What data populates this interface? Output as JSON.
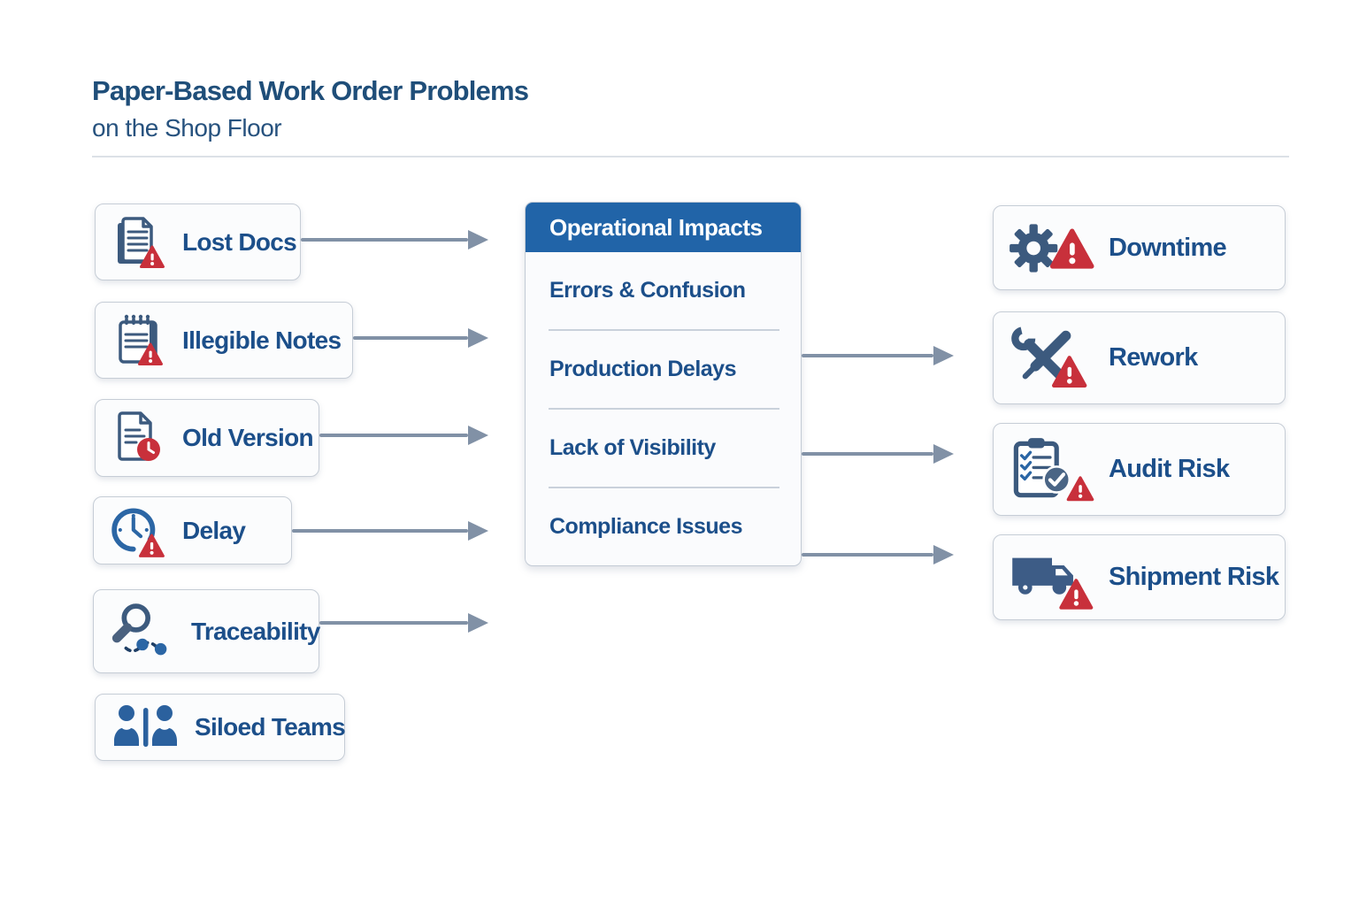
{
  "title": {
    "line1": "Paper-Based Work Order Problems",
    "line2": "on the Shop Floor"
  },
  "problems": [
    {
      "label": "Lost Docs",
      "icon": "lost-docs-icon",
      "arrow_to_impacts": true
    },
    {
      "label": "Illegible Notes",
      "icon": "notepad-warning-icon",
      "arrow_to_impacts": true
    },
    {
      "label": "Old Version",
      "icon": "document-clock-icon",
      "arrow_to_impacts": true
    },
    {
      "label": "Delay",
      "icon": "clock-warning-icon",
      "arrow_to_impacts": true
    },
    {
      "label": "Traceability",
      "icon": "magnifier-trail-icon",
      "arrow_to_impacts": true
    },
    {
      "label": "Siloed Teams",
      "icon": "split-people-icon",
      "arrow_to_impacts": false
    }
  ],
  "impacts": {
    "header": "Operational Impacts",
    "items": [
      "Errors & Confusion",
      "Production Delays",
      "Lack of Visibility",
      "Compliance Issues"
    ]
  },
  "outcomes": [
    {
      "label": "Downtime",
      "icon": "gear-warning-icon",
      "arrow_from_impacts": false
    },
    {
      "label": "Rework",
      "icon": "tools-warning-icon",
      "arrow_from_impacts": true
    },
    {
      "label": "Audit Risk",
      "icon": "clipboard-check-warning-icon",
      "arrow_from_impacts": true
    },
    {
      "label": "Shipment Risk",
      "icon": "truck-warning-icon",
      "arrow_from_impacts": true
    }
  ],
  "colors": {
    "title_text": "#1F4E79",
    "label_text": "#1C4F8A",
    "panel_header_bg": "#2164A8",
    "panel_header_text": "#FFFFFF",
    "warning_red": "#C8303B",
    "icon_slate_blue": "#3C5A7E",
    "icon_bright_blue": "#2B66A5",
    "arrow_gray_blue": "#8191A6",
    "card_border": "#C6CDD6",
    "card_background": "#FBFCFD"
  }
}
